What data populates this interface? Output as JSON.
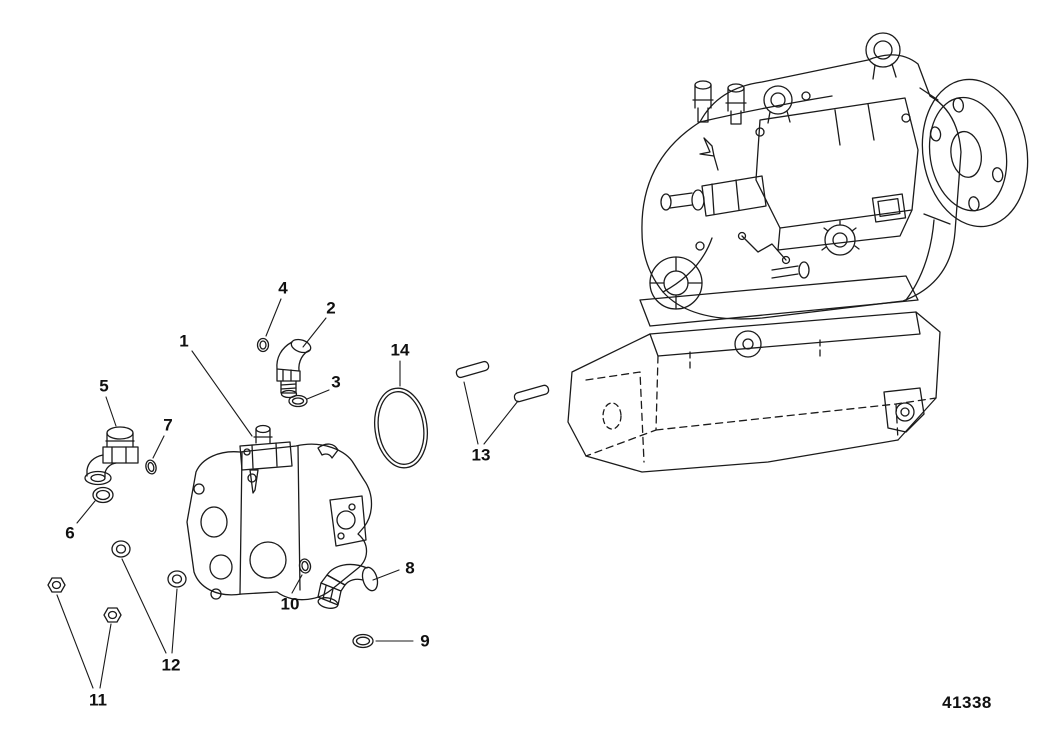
{
  "diagram": {
    "drawing_number": "41338",
    "callouts": [
      {
        "label": "1"
      },
      {
        "label": "2"
      },
      {
        "label": "3"
      },
      {
        "label": "4"
      },
      {
        "label": "5"
      },
      {
        "label": "6"
      },
      {
        "label": "7"
      },
      {
        "label": "8"
      },
      {
        "label": "9"
      },
      {
        "label": "10"
      },
      {
        "label": "11"
      },
      {
        "label": "12"
      },
      {
        "label": "13"
      },
      {
        "label": "14"
      }
    ],
    "colors": {
      "line": "#1b1b1b",
      "background": "#ffffff",
      "text": "#101010"
    }
  }
}
